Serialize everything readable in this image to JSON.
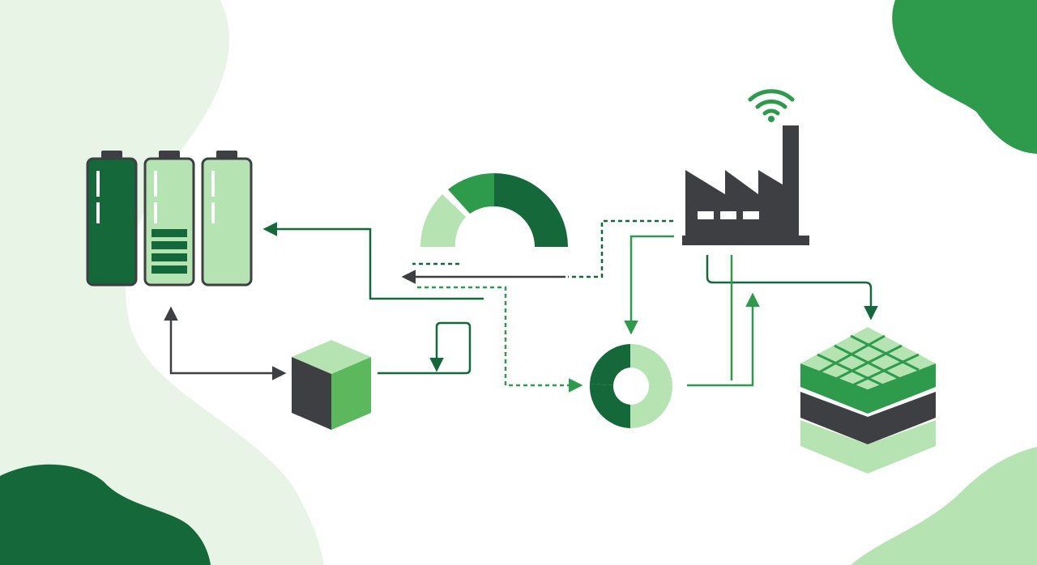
{
  "colors": {
    "dark_green": "#14683a",
    "mid_green": "#2e9a4c",
    "light_green": "#b5e3b2",
    "pale_green": "#e8f5e6",
    "charcoal": "#3d3f42",
    "background": "#ffffff"
  },
  "nodes": [
    {
      "id": "battery-bank",
      "icon": "battery-icon",
      "count": 3,
      "charge_levels": [
        1.0,
        0.42,
        0.0
      ]
    },
    {
      "id": "gauge",
      "icon": "half-donut-gauge-icon",
      "level": 0.72
    },
    {
      "id": "factory",
      "icon": "factory-icon",
      "has_wifi": true
    },
    {
      "id": "cube",
      "icon": "cube-icon"
    },
    {
      "id": "donut",
      "icon": "donut-chart-icon",
      "share": 0.5
    },
    {
      "id": "layer-stack",
      "icon": "layered-grid-stack-icon",
      "layers": 3
    }
  ],
  "connections": [
    {
      "from": "junction",
      "to": "battery-bank",
      "style": "solid"
    },
    {
      "from": "factory",
      "to": "gauge-zone",
      "style": "dashed"
    },
    {
      "from": "factory",
      "to": "donut",
      "style": "solid"
    },
    {
      "from": "factory",
      "to": "layer-stack",
      "style": "solid"
    },
    {
      "from": "donut",
      "to": "factory",
      "style": "solid"
    },
    {
      "from": "junction",
      "to": "donut",
      "style": "dashed"
    },
    {
      "from": "junction",
      "to": "cube",
      "style": "solid"
    },
    {
      "from": "battery-bank",
      "to": "cube",
      "style": "solid"
    }
  ]
}
